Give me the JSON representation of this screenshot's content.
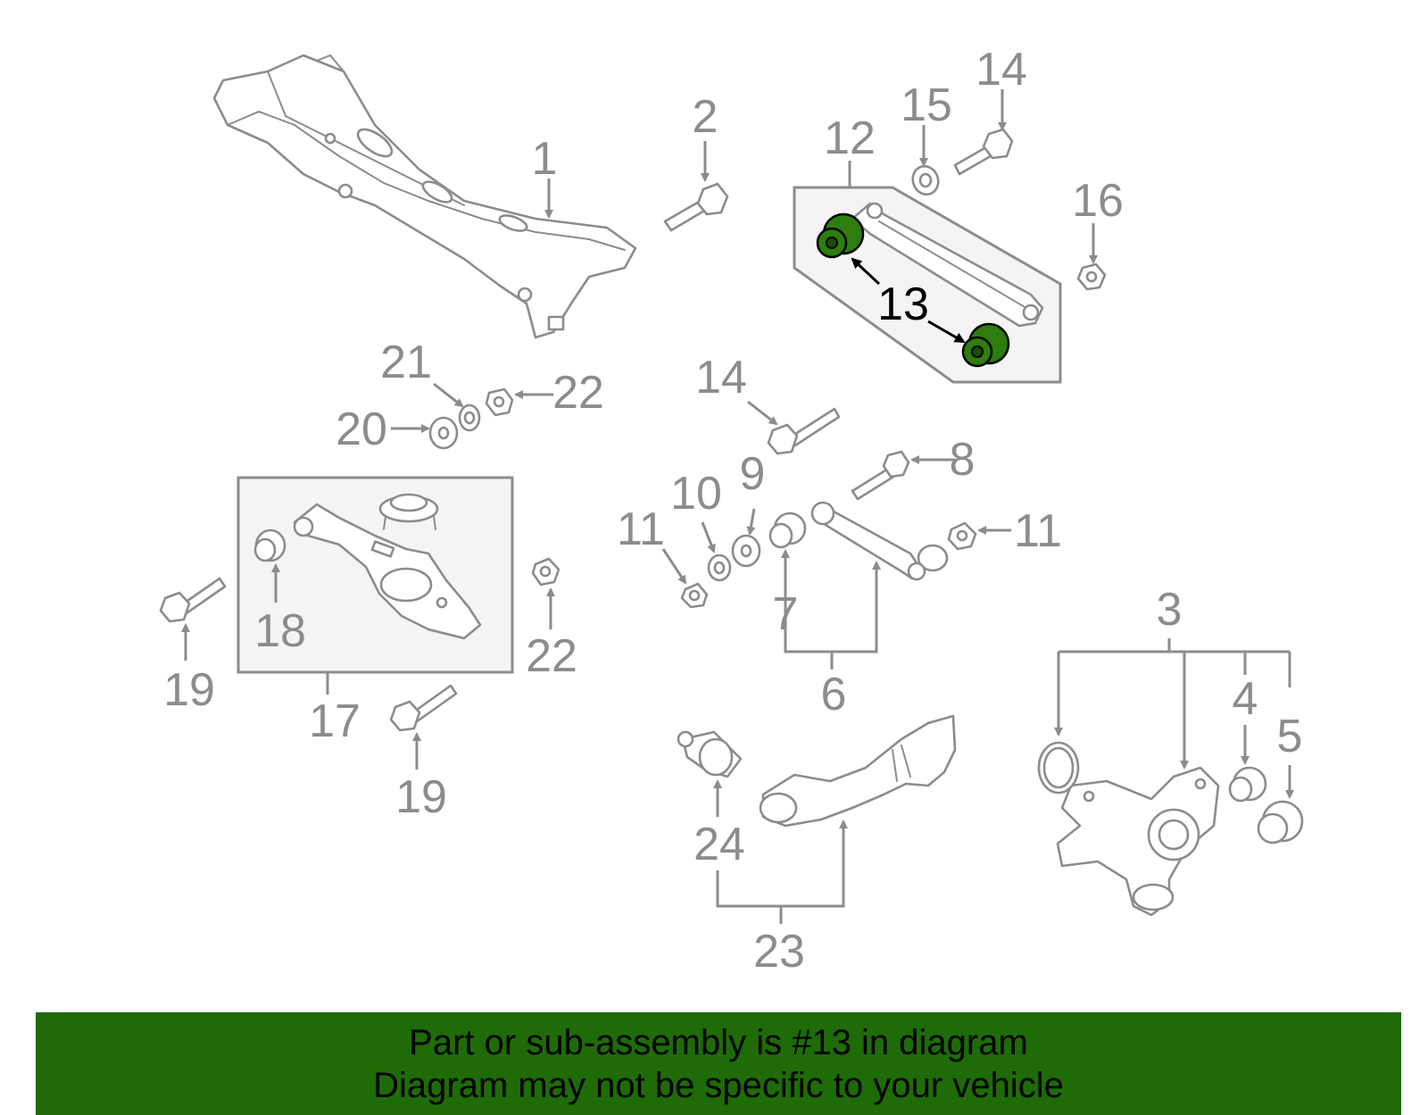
{
  "callouts": {
    "c1": "1",
    "c2": "2",
    "c3": "3",
    "c4": "4",
    "c5": "5",
    "c6": "6",
    "c7": "7",
    "c8": "8",
    "c9": "9",
    "c10": "10",
    "c11a": "11",
    "c11b": "11",
    "c12": "12",
    "c13": "13",
    "c14a": "14",
    "c14b": "14",
    "c15": "15",
    "c16": "16",
    "c17": "17",
    "c18": "18",
    "c19a": "19",
    "c19b": "19",
    "c20": "20",
    "c21": "21",
    "c22a": "22",
    "c22b": "22",
    "c23": "23",
    "c24": "24"
  },
  "highlight": {
    "part_number": "13",
    "color": "#2e7d0f"
  },
  "banner": {
    "line1": "Part or sub-assembly is #13 in diagram",
    "line2": "Diagram may not be specific to your vehicle",
    "background": "#1e6b07"
  },
  "colors": {
    "line_art": "#8c8c8c",
    "box_fill": "#f4f4f4"
  }
}
